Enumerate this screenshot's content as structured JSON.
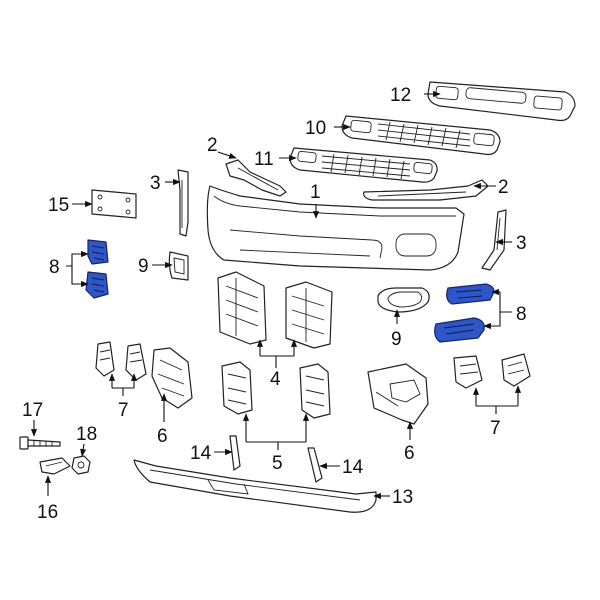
{
  "colors": {
    "highlight": "#2f56c6",
    "line": "#222222",
    "background": "#ffffff"
  },
  "callouts": {
    "c1": "1",
    "c2": "2",
    "c3": "3",
    "c4": "4",
    "c5": "5",
    "c6": "6",
    "c7": "7",
    "c8": "8",
    "c9": "9",
    "c10": "10",
    "c11": "11",
    "c12": "12",
    "c13": "13",
    "c14": "14",
    "c15": "15",
    "c16": "16",
    "c17": "17",
    "c18": "18"
  }
}
